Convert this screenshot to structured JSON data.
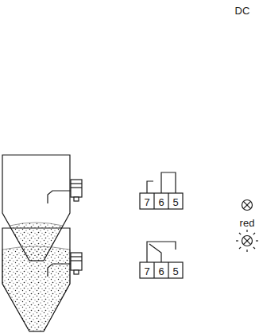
{
  "diagram": {
    "labels": [
      "DC",
      "7",
      "6",
      "5",
      "7",
      "6",
      "5",
      "red"
    ]
  }
}
